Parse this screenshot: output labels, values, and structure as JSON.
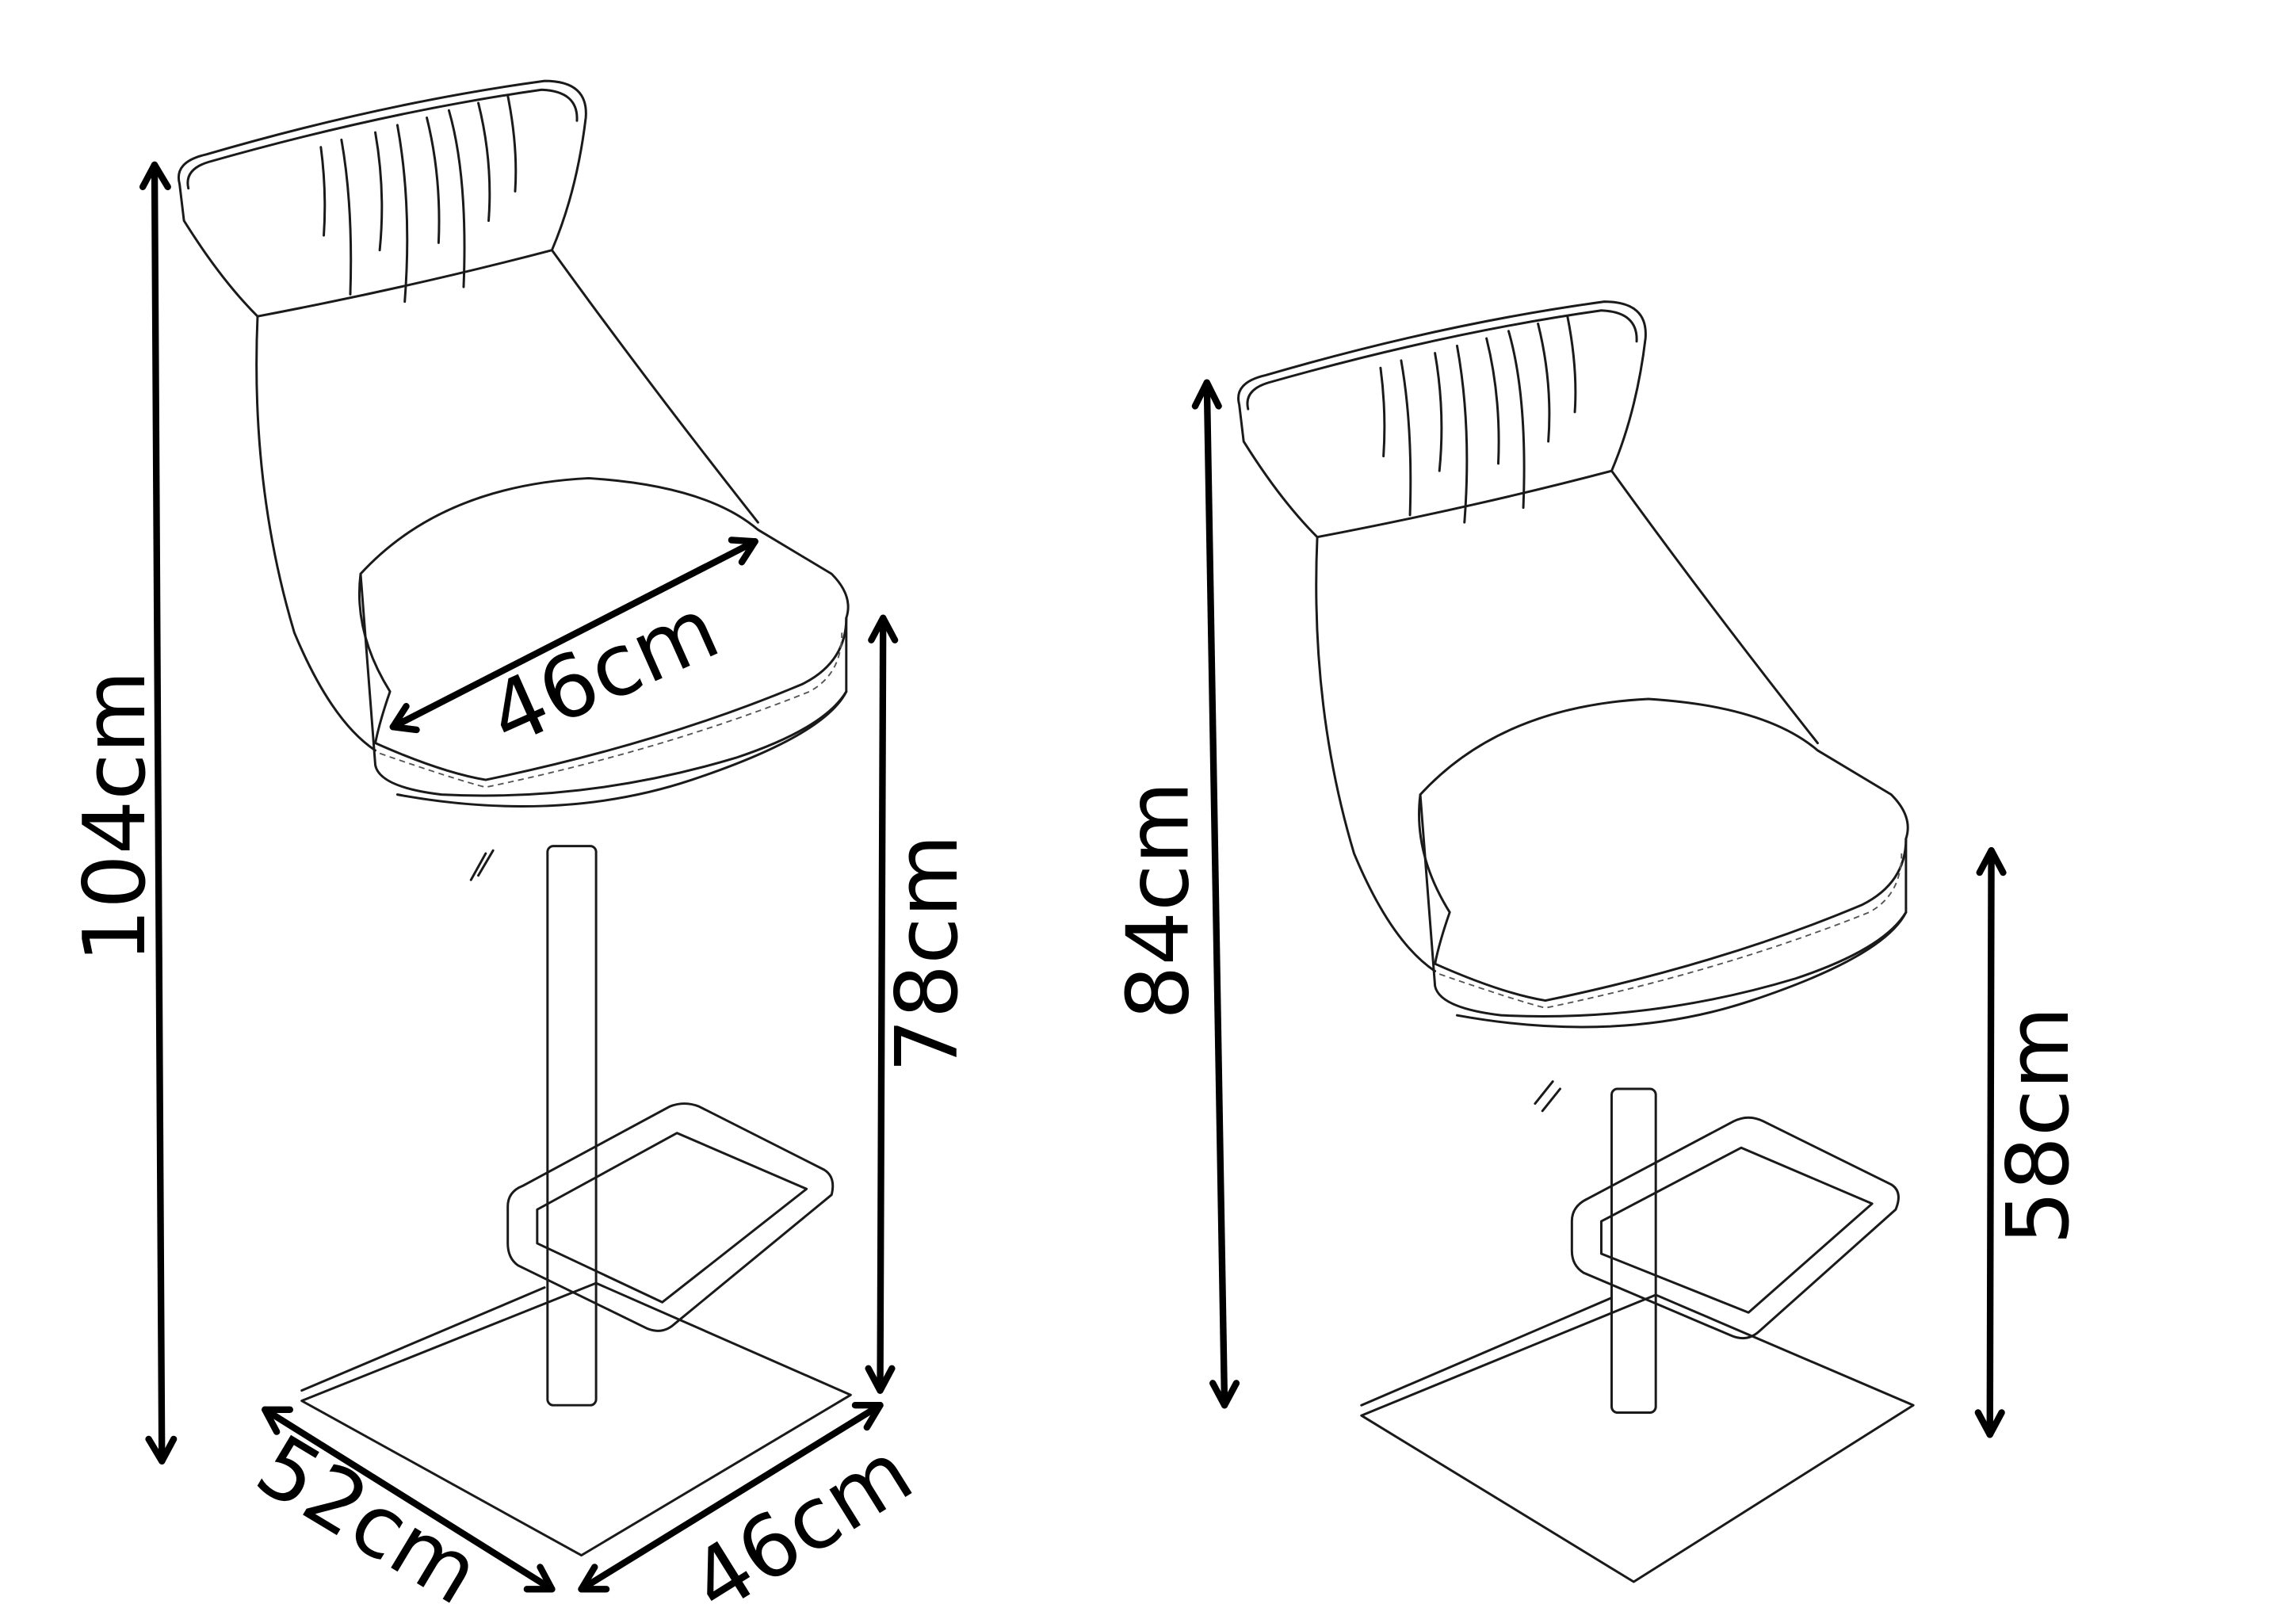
{
  "tall_stool": {
    "total_height_label": "104cm",
    "seat_width_label": "46cm",
    "seat_height_label": "78cm",
    "base_depth_label": "52cm",
    "base_width_label": "46cm"
  },
  "low_stool": {
    "total_height_label": "84cm",
    "seat_height_label": "58cm"
  }
}
